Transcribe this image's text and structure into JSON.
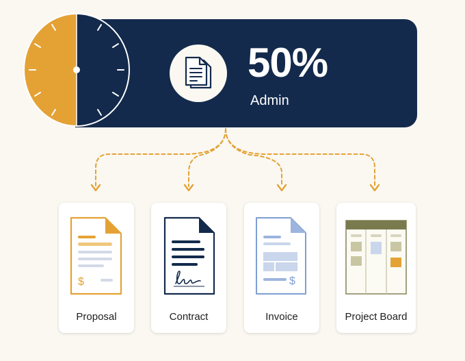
{
  "header": {
    "percent": "50%",
    "role": "Admin"
  },
  "icons": {
    "clock": "half-clock-icon",
    "header_doc": "document-stack-icon"
  },
  "cards": [
    {
      "label": "Proposal",
      "icon": "proposal-document-icon"
    },
    {
      "label": "Contract",
      "icon": "contract-document-icon"
    },
    {
      "label": "Invoice",
      "icon": "invoice-document-icon"
    },
    {
      "label": "Project Board",
      "icon": "project-board-icon"
    }
  ],
  "colors": {
    "navy": "#132a4c",
    "gold": "#e4a235",
    "background": "#fbf8f2",
    "invoice_blue": "#7e9fd2",
    "board_olive": "#7a7a4f"
  }
}
